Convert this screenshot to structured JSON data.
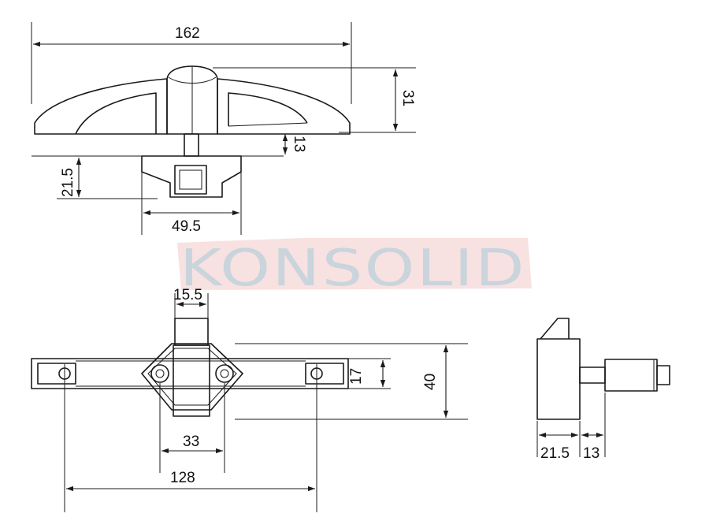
{
  "watermark": {
    "text": "KONSOLID",
    "color": "#c7d2da",
    "accent": "#e8a6a6"
  },
  "dimensions": {
    "overall_length": "162",
    "total_height": "31",
    "shaft_gap": "13",
    "base_height": "21.5",
    "base_width": "49.5",
    "latch_width": "15.5",
    "bracket_height": "17",
    "body_height": "40",
    "screw_spacing": "33",
    "hole_spacing": "128",
    "side_body_depth": "21.5",
    "side_pin_depth": "13"
  }
}
